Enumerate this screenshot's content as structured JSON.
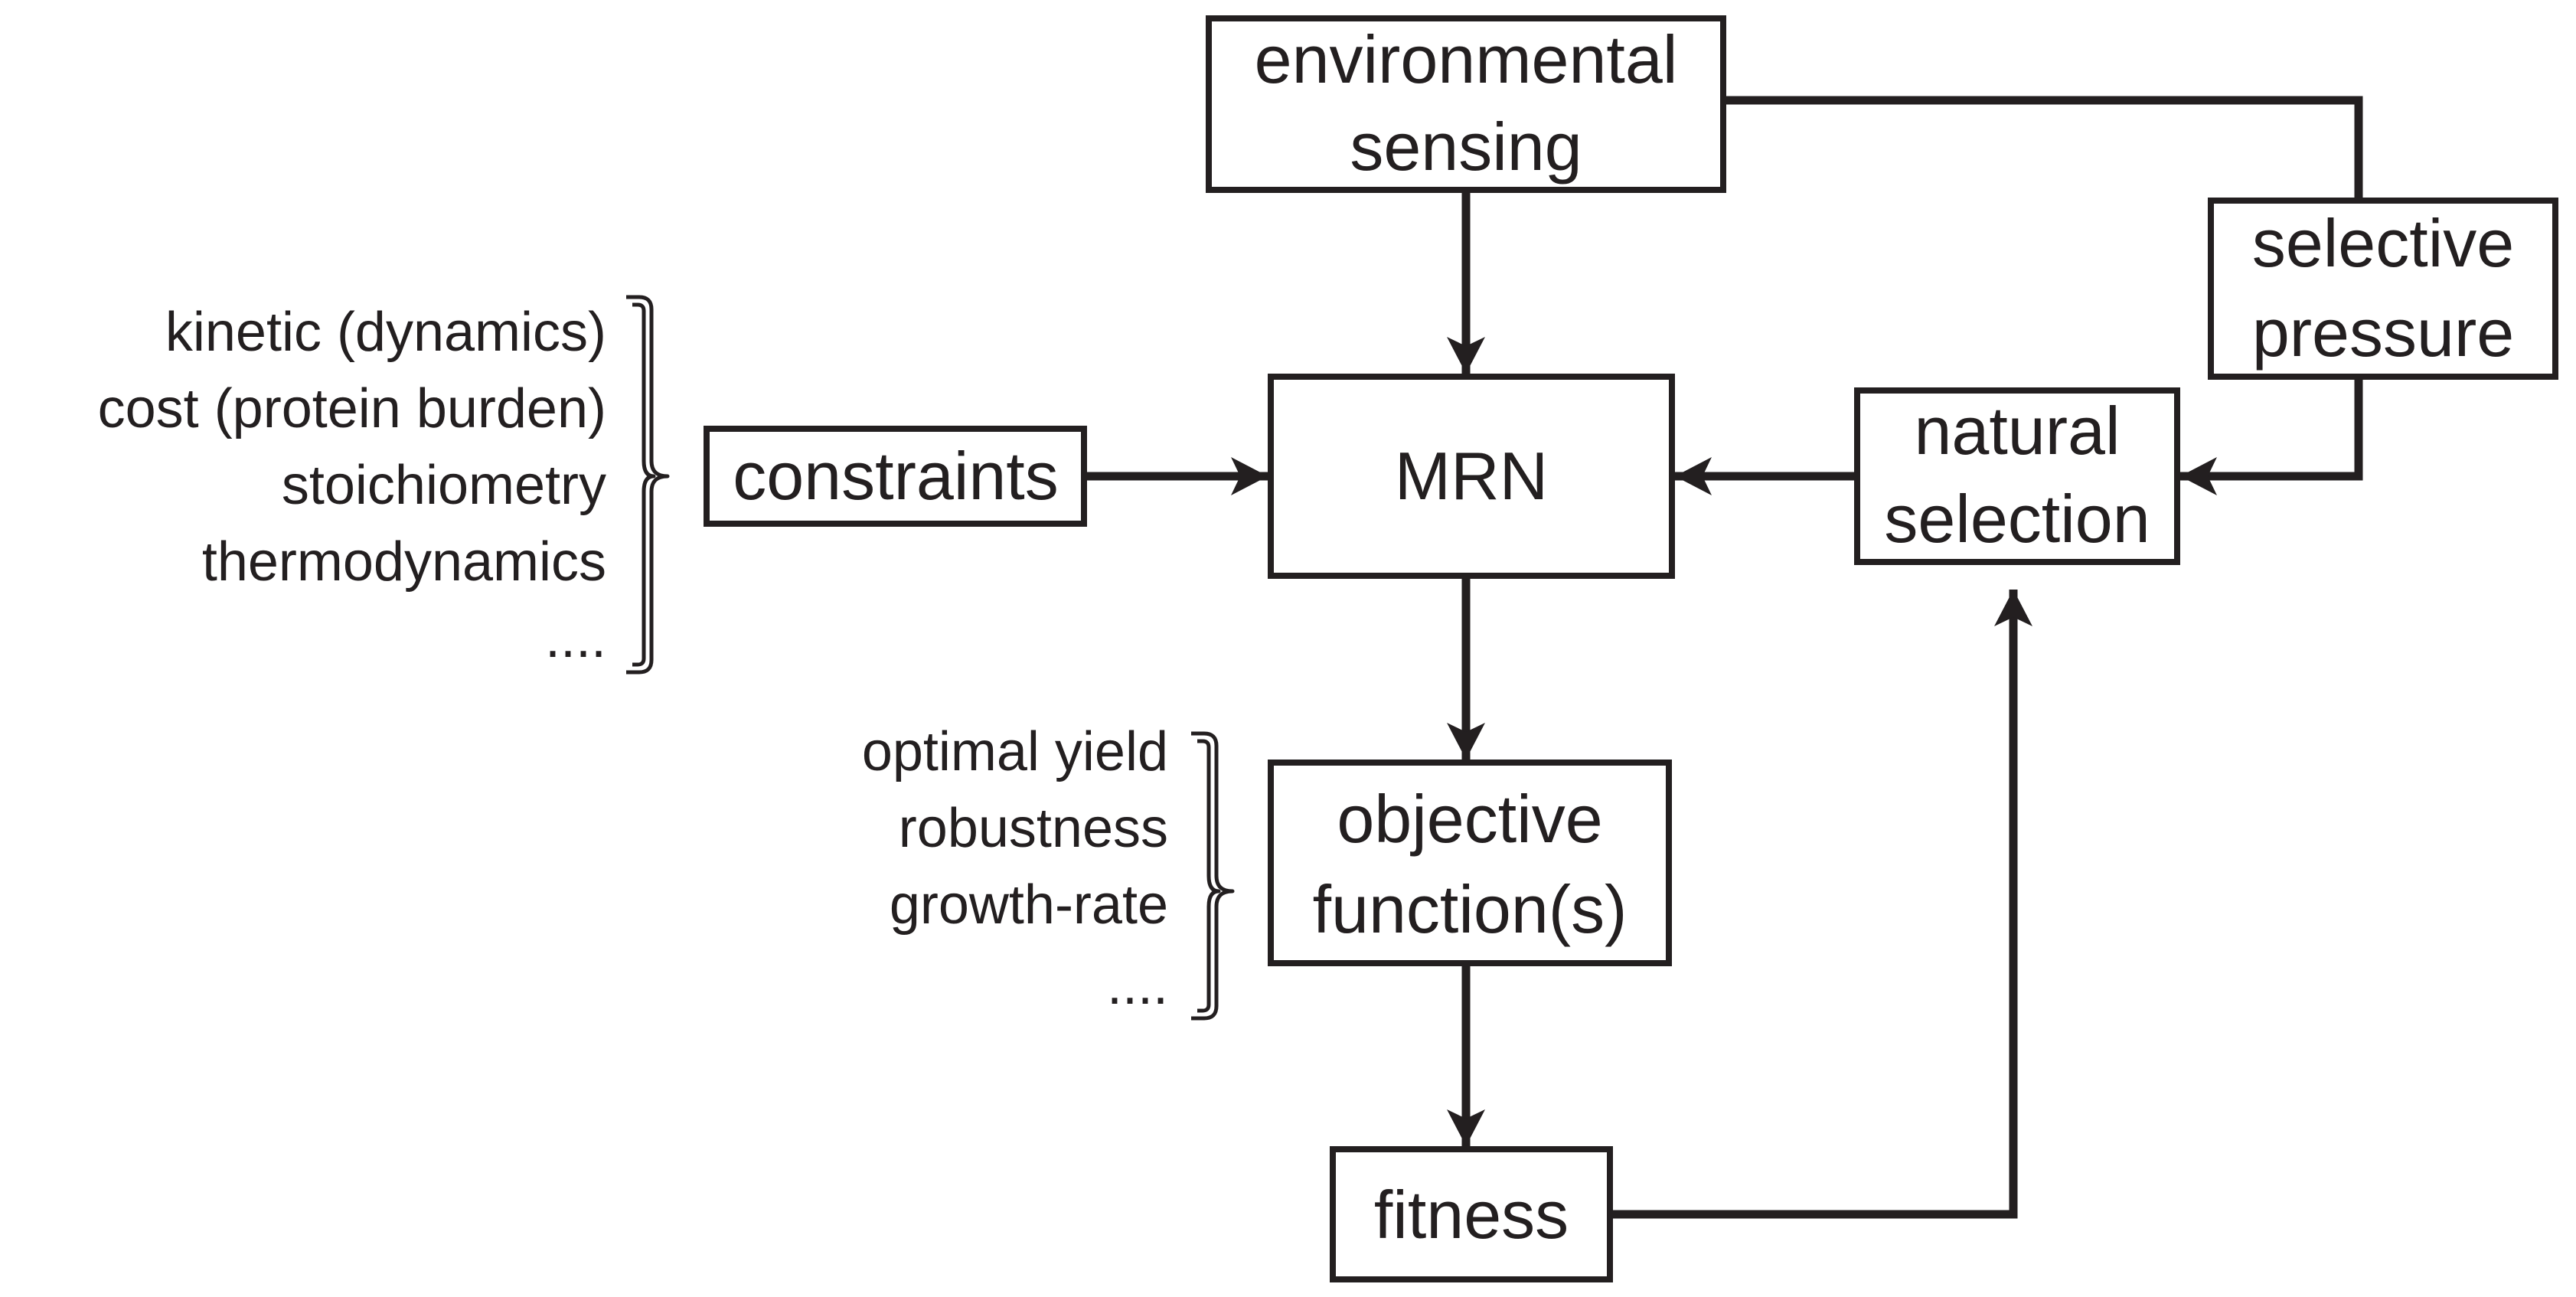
{
  "nodes": {
    "environmental_sensing": [
      "environmental",
      "sensing"
    ],
    "selective_pressure": [
      "selective",
      "pressure"
    ],
    "mrn": [
      "MRN"
    ],
    "natural_selection": [
      "natural",
      "selection"
    ],
    "constraints": [
      "constraints"
    ],
    "objective_functions": [
      "objective",
      "function(s)"
    ],
    "fitness": [
      "fitness"
    ]
  },
  "constraint_list": [
    "kinetic (dynamics)",
    "cost (protein burden)",
    "stoichiometry",
    "thermodynamics",
    "...."
  ],
  "objective_list": [
    "optimal yield",
    "robustness",
    "growth-rate",
    "...."
  ],
  "edges": [
    {
      "from": "environmental_sensing",
      "to": "mrn"
    },
    {
      "from": "environmental_sensing",
      "to": "selective_pressure"
    },
    {
      "from": "selective_pressure",
      "to": "natural_selection"
    },
    {
      "from": "natural_selection",
      "to": "mrn"
    },
    {
      "from": "constraints",
      "to": "mrn"
    },
    {
      "from": "mrn",
      "to": "objective_functions"
    },
    {
      "from": "objective_functions",
      "to": "fitness"
    },
    {
      "from": "fitness",
      "to": "natural_selection"
    }
  ],
  "colors": {
    "ink": "#231f20",
    "background": "#ffffff"
  }
}
